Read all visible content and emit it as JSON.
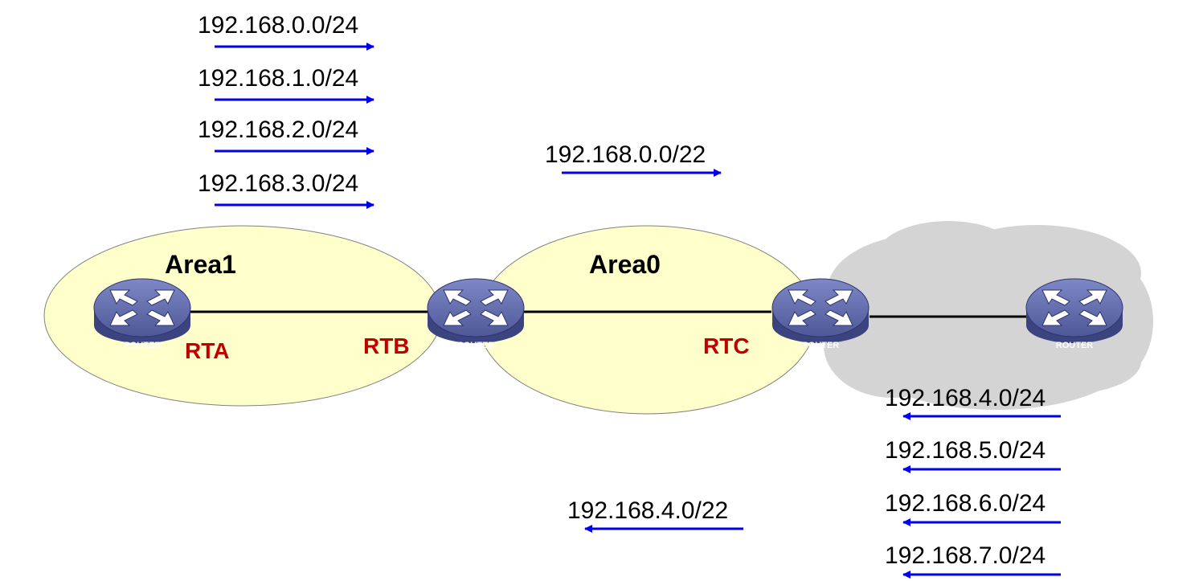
{
  "areas": [
    {
      "label": "Area1"
    },
    {
      "label": "Area0"
    }
  ],
  "routers": [
    {
      "name": "RTA",
      "caption": "ROUTER"
    },
    {
      "name": "RTB",
      "caption": "ROUTER"
    },
    {
      "name": "RTC",
      "caption": "ROUTER"
    },
    {
      "name": "",
      "caption": "ROUTER"
    }
  ],
  "routes_area1": [
    "192.168.0.0/24",
    "192.168.1.0/24",
    "192.168.2.0/24",
    "192.168.3.0/24"
  ],
  "summary_area0_out": "192.168.0.0/22",
  "routes_external": [
    "192.168.4.0/24",
    "192.168.5.0/24",
    "192.168.6.0/24",
    "192.168.7.0/24"
  ],
  "summary_external": "192.168.4.0/22",
  "colors": {
    "area_fill": "#ffffcc",
    "cloud_fill": "#d4d4d4",
    "arrow": "#0000ee",
    "router_name": "#c00000",
    "router_body": "#5a64a8"
  },
  "icons": {
    "router": "router-icon"
  }
}
